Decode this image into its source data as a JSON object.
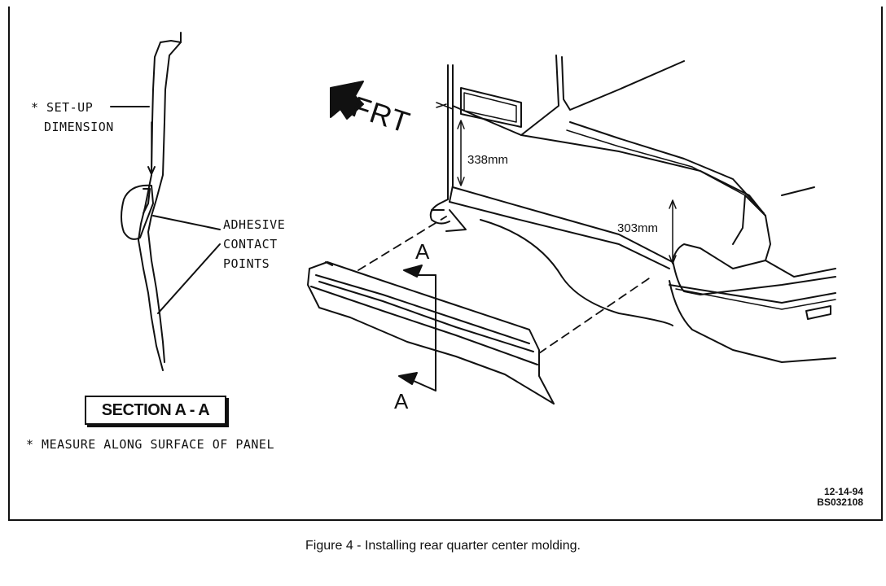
{
  "figure": {
    "caption": "Figure 4 - Installing rear quarter center molding.",
    "stamp_date": "12-14-94",
    "stamp_code": "BS032108"
  },
  "section_view": {
    "setup_label_line1": "* SET-UP",
    "setup_label_line2": "DIMENSION",
    "adhesive_line1": "ADHESIVE",
    "adhesive_line2": "CONTACT",
    "adhesive_line3": "POINTS",
    "title": "SECTION A - A",
    "footnote": "* MEASURE ALONG SURFACE OF PANEL"
  },
  "vehicle_view": {
    "direction_label": "FRT",
    "dimension_upper": "338mm",
    "dimension_lower": "303mm",
    "section_mark_top": "A",
    "section_mark_bottom": "A"
  }
}
